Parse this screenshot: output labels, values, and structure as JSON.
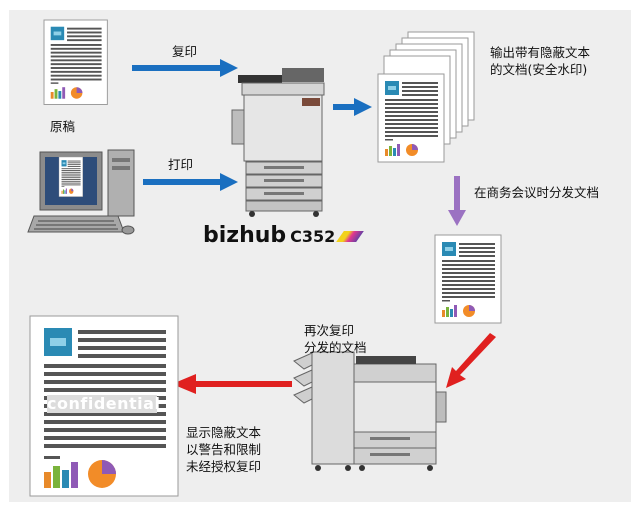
{
  "labels": {
    "copy": "复印",
    "print": "打印",
    "original": "原稿",
    "output": "输出带有隐蔽文本\n的文档(安全水印)",
    "distribute": "在商务会议时分发文档",
    "recopy": "再次复印\n分发的文档",
    "show_hidden": "显示隐蔽文本\n以警告和限制\n未经授权复印",
    "confidential": "confidential"
  },
  "brand": {
    "name": "bizhub",
    "model": "C352"
  },
  "colors": {
    "background": "#eeeeee",
    "blue_arrow": "#1a6fc0",
    "purple_arrow": "#9b72c2",
    "red_arrow": "#e0201f",
    "doc_accent": "#2a8ab4",
    "pie_orange": "#f28c28",
    "pie_purple": "#8f5ab6"
  }
}
